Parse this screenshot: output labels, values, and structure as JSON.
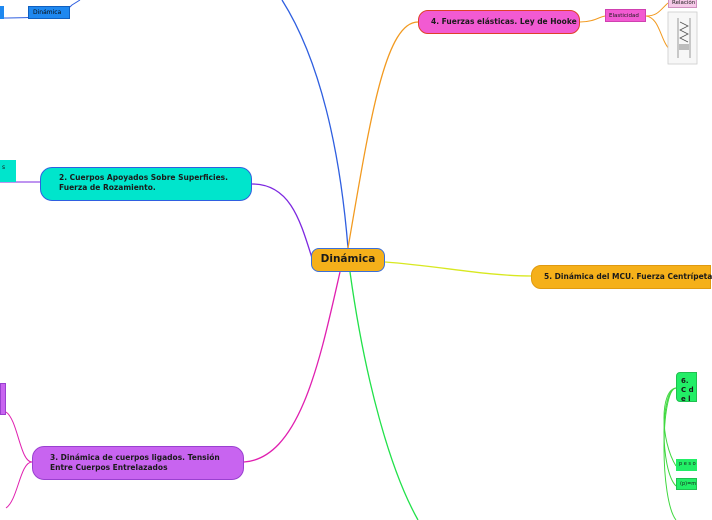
{
  "central": {
    "label": "Dinámica",
    "color": "#f5b01a"
  },
  "branches": [
    {
      "id": "b2",
      "label": "2. Cuerpos Apoyados Sobre Superficies. Fuerza de Rozamiento.",
      "color": "#00e5cc",
      "line": "#7d28e0"
    },
    {
      "id": "b3",
      "label": "3. Dinámica de cuerpos ligados. Tensión Entre Cuerpos Entrelazados",
      "color": "#c864f0",
      "line": "#e020b0"
    },
    {
      "id": "b4",
      "label": "4. Fuerzas elásticas. Ley de Hooke",
      "color": "#f25ad2",
      "line": "#f2a020"
    },
    {
      "id": "b5",
      "label": "5. Dinámica del MCU. Fuerza Centrípeta",
      "color": "#f5b01a",
      "line": "#d8e820"
    },
    {
      "id": "b6",
      "label": "6. C de l",
      "color": "#22ee66",
      "line": "#40d840"
    }
  ],
  "subtopics": {
    "dinamica_tag": "Dinámica",
    "elasticidad_tag": "Elasticidad",
    "relacion_tag": "Relación",
    "b2_tag": "s",
    "b6_tag_1": "p e s o",
    "b6_tag_2": "(p)=m"
  },
  "colors": {
    "blue_branch": "#2f5fe0",
    "orange_branch": "#f29a20",
    "green_branch": "#22e14a"
  }
}
